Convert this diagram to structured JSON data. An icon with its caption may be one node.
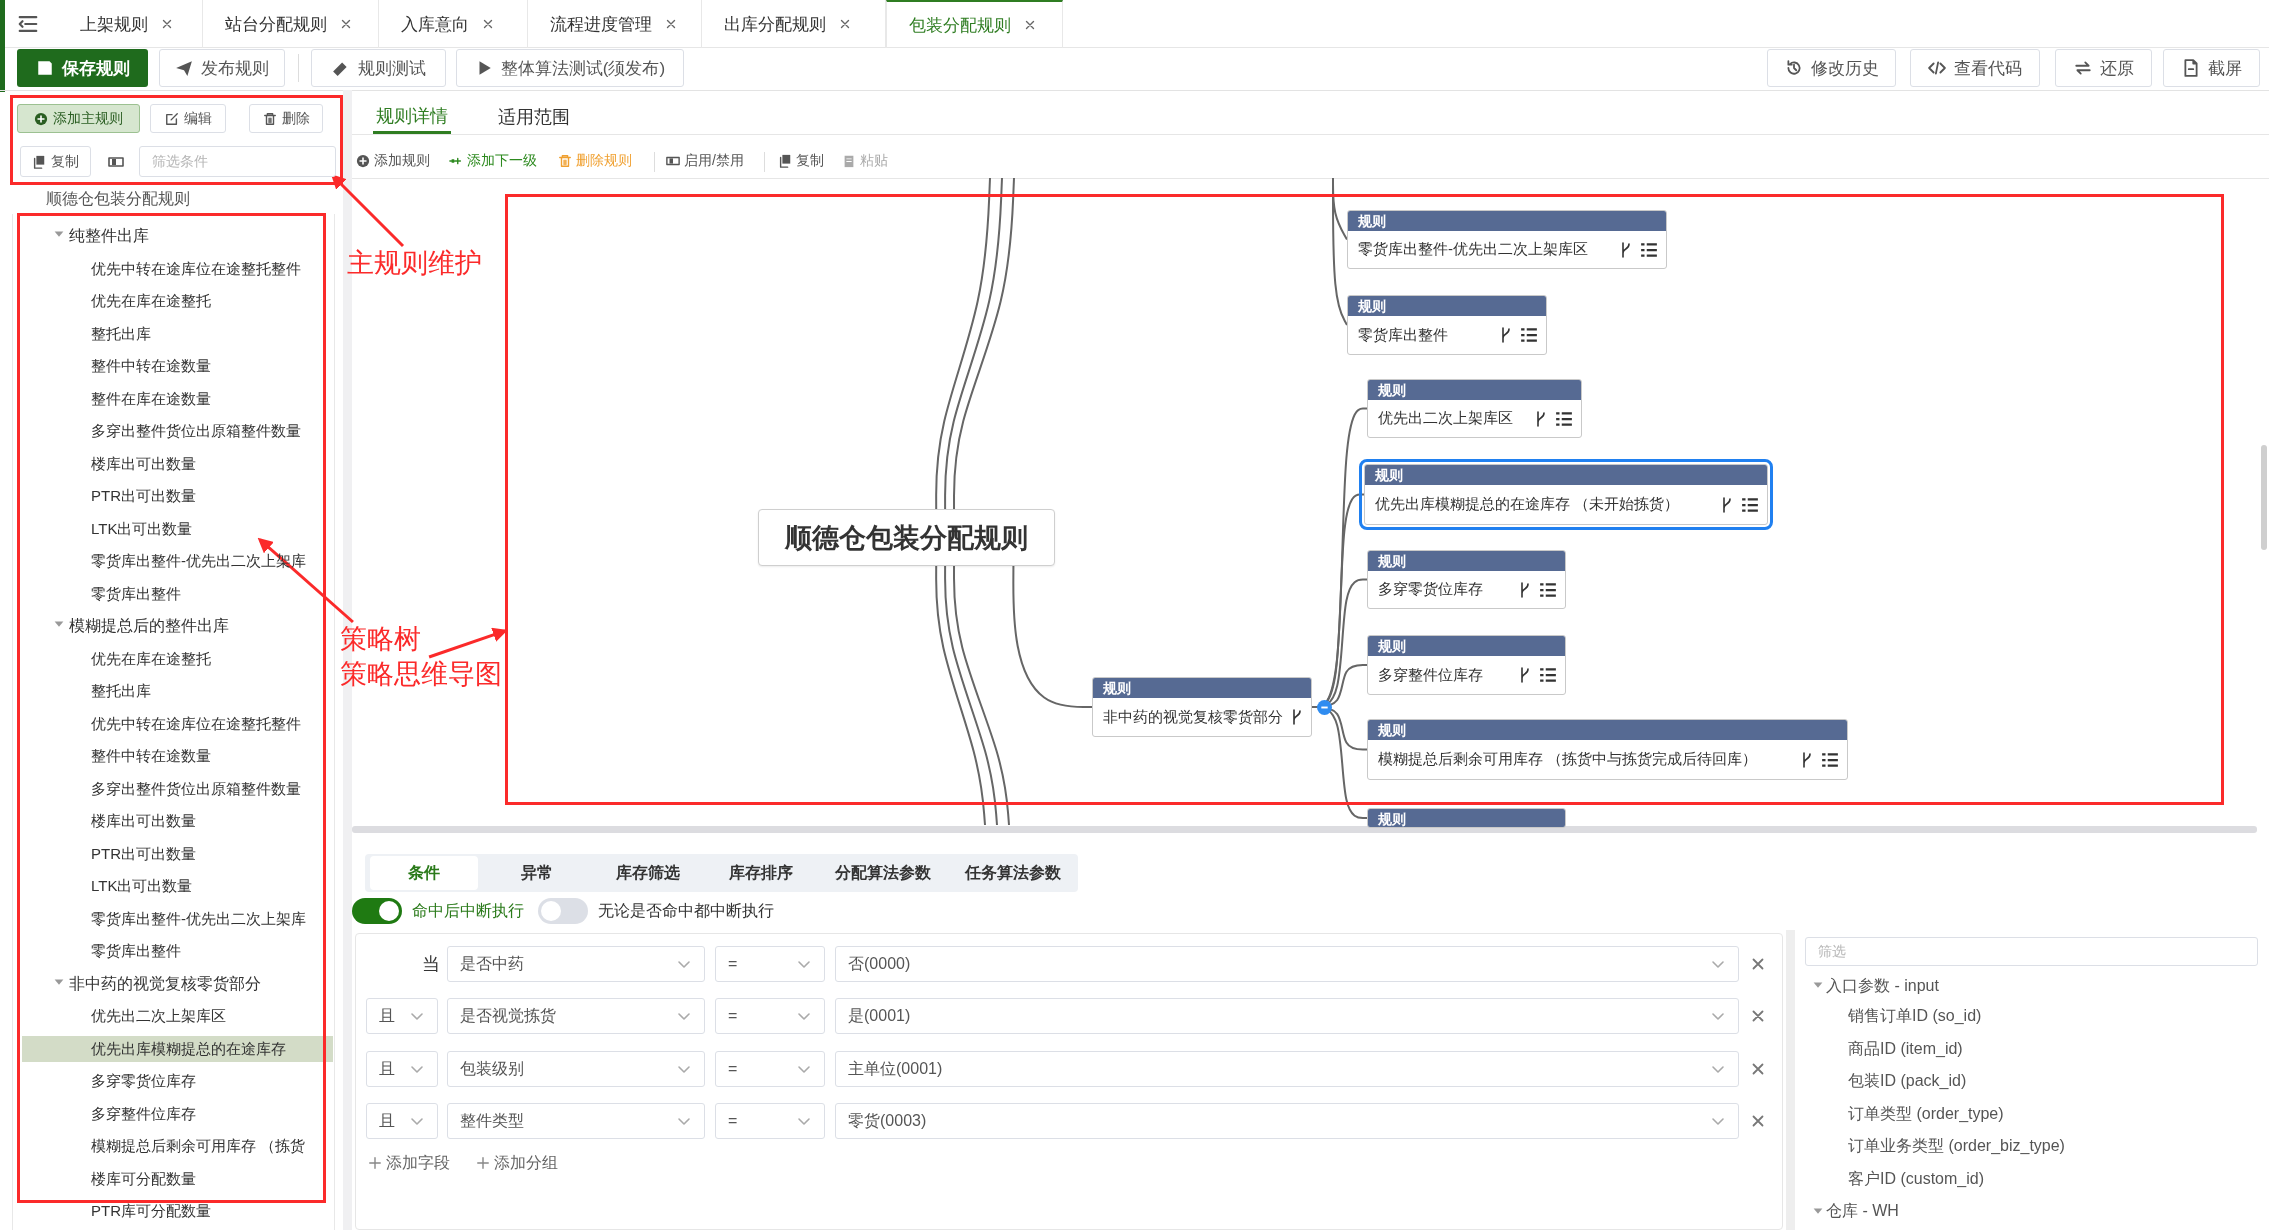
{
  "diagram": {
    "nodes": [
      {
        "text": [],
        "shape": "box"
      },
      {
        "text": [
          "主规则维护"
        ]
      },
      {
        "text": [],
        "shape": "box"
      },
      {
        "text": [
          "策略树",
          "策略思维导图"
        ]
      },
      {
        "text": [],
        "shape": "box"
      },
      {
        "text": [
          "规则",
          "零货库出整件-优先出二次上架库区"
        ],
        "in": 4
      },
      {
        "text": [
          "规则",
          "零货库出整件"
        ],
        "in": 4
      },
      {
        "text": [
          "规则",
          "优先出二次上架库区"
        ],
        "in": 4
      },
      {
        "text": [
          "规则",
          "优先出库模糊提总的在途库存 （未开始拣货）"
        ],
        "in": 4
      },
      {
        "text": [
          "顺德仓包装分配规则"
        ],
        "in": 4
      },
      {
        "text": [
          "规则",
          "多穿零货位库存"
        ],
        "in": 4
      },
      {
        "text": [
          "规则",
          "多穿整件位库存"
        ],
        "in": 4
      },
      {
        "text": [
          "规则",
          "非中药的视觉复核零货部分"
        ],
        "in": 4
      },
      {
        "text": [
          "规则",
          "模糊提总后剩余可用库存 （拣货中与拣货完成后待回库）"
        ],
        "in": 4
      },
      {
        "text": [
          "规则"
        ]
      }
    ],
    "edges": [
      {
        "from": 1,
        "to": 0,
        "arrow": "to",
        "color": "#fb2a2a"
      },
      {
        "from": 3,
        "to": 2,
        "arrow": "to",
        "color": "#fb2a2a"
      },
      {
        "from": 3,
        "to": 4,
        "arrow": "to",
        "color": "#fb2a2a"
      },
      {
        "from": null,
        "to": 5,
        "arrow": "none"
      },
      {
        "from": null,
        "to": 6,
        "arrow": "none"
      },
      {
        "from": 9,
        "to": 12,
        "arrow": "none"
      },
      {
        "from": 12,
        "to": 7,
        "arrow": "none"
      },
      {
        "from": 12,
        "to": 8,
        "arrow": "none"
      },
      {
        "from": 12,
        "to": 10,
        "arrow": "none"
      },
      {
        "from": 12,
        "to": 11,
        "arrow": "none"
      },
      {
        "from": 12,
        "to": 13,
        "arrow": "none"
      },
      {
        "from": 12,
        "to": 14,
        "arrow": "none"
      },
      {
        "from": 9,
        "to": null,
        "arrow": "none"
      },
      {
        "from": 9,
        "to": null,
        "arrow": "none"
      },
      {
        "from": 9,
        "to": null,
        "arrow": "none"
      },
      {
        "from": 9,
        "to": null,
        "arrow": "none"
      },
      {
        "from": 9,
        "to": null,
        "arrow": "none"
      },
      {
        "from": 9,
        "to": null,
        "arrow": "none"
      }
    ],
    "labels": [
      "上架规则",
      "站台分配规则",
      "入库意向",
      "流程进度管理",
      "出库分配规则",
      "包装分配规则",
      "保存规则",
      "发布规则",
      "规则测试",
      "整体算法测试(须发布)",
      "修改历史",
      "查看代码",
      "还原",
      "截屏",
      "添加主规则",
      "编辑",
      "删除",
      "复制",
      "筛选条件",
      "规则详情",
      "适用范围",
      "添加规则",
      "添加下一级",
      "删除规则",
      "启用/禁用",
      "复制",
      "粘贴",
      "顺德仓包装分配规则",
      "纯整件出库",
      "优先中转在途库位在途整托整件",
      "优先在库在途整托",
      "整托出库",
      "整件中转在途数量",
      "整件在库在途数量",
      "多穿出整件货位出原箱整件数量",
      "楼库出可出数量",
      "PTR出可出数量",
      "LTK出可出数量",
      "零货库出整件-优先出二次上架库",
      "零货库出整件",
      "模糊提总后的整件出库",
      "优先在库在途整托",
      "整托出库",
      "优先中转在途库位在途整托整件",
      "整件中转在途数量",
      "多穿出整件货位出原箱整件数量",
      "楼库出可出数量",
      "PTR出可出数量",
      "LTK出可出数量",
      "零货库出整件-优先出二次上架库",
      "零货库出整件",
      "非中药的视觉复核零货部分",
      "优先出二次上架库区",
      "优先出库模糊提总的在途库存",
      "多穿零货位库存",
      "多穿整件位库存",
      "模糊提总后剩余可用库存 （拣货",
      "楼库可分配数量",
      "PTR库可分配数量",
      "条件",
      "异常",
      "库存筛选",
      "库存排序",
      "分配算法参数",
      "任务算法参数",
      "命中后中断执行",
      "无论是否命中都中断执行",
      "当",
      "是否中药",
      "=",
      "否(0000)",
      "且",
      "是否视觉拣货",
      "=",
      "是(0001)",
      "且",
      "包装级别",
      "=",
      "主单位(0001)",
      "且",
      "整件类型",
      "=",
      "零货(0003)",
      "添加字段",
      "添加分组",
      "筛选",
      "入口参数 - input",
      "销售订单ID (so_id)",
      "商品ID (item_id)",
      "包装ID (pack_id)",
      "订单类型 (order_type)",
      "订单业务类型 (order_biz_type)",
      "客户ID (custom_id)",
      "仓库 - WH"
    ]
  }
}
